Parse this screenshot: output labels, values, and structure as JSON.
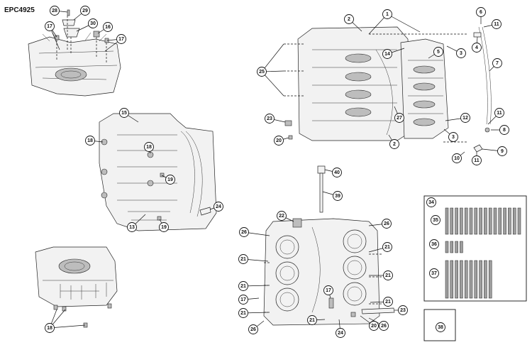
{
  "header": {
    "code": "EPC4925"
  },
  "callouts": [
    {
      "id": "c28",
      "label": "28"
    },
    {
      "id": "c29",
      "label": "29"
    },
    {
      "id": "c30",
      "label": "30"
    },
    {
      "id": "c16",
      "label": "16"
    },
    {
      "id": "c17a",
      "label": "17"
    },
    {
      "id": "c17b",
      "label": "17"
    },
    {
      "id": "c15",
      "label": "15"
    },
    {
      "id": "c18a",
      "label": "18"
    },
    {
      "id": "c18b",
      "label": "18"
    },
    {
      "id": "c19a",
      "label": "19"
    },
    {
      "id": "c19b",
      "label": "19"
    },
    {
      "id": "c13",
      "label": "13"
    },
    {
      "id": "c24a",
      "label": "24"
    },
    {
      "id": "c18c",
      "label": "18"
    },
    {
      "id": "c1",
      "label": "1"
    },
    {
      "id": "c2a",
      "label": "2"
    },
    {
      "id": "c2b",
      "label": "2"
    },
    {
      "id": "c3a",
      "label": "3"
    },
    {
      "id": "c3b",
      "label": "3"
    },
    {
      "id": "c4",
      "label": "4"
    },
    {
      "id": "c5",
      "label": "5"
    },
    {
      "id": "c6",
      "label": "6"
    },
    {
      "id": "c7",
      "label": "7"
    },
    {
      "id": "c8",
      "label": "8"
    },
    {
      "id": "c9",
      "label": "9"
    },
    {
      "id": "c10",
      "label": "10"
    },
    {
      "id": "c11a",
      "label": "11"
    },
    {
      "id": "c11b",
      "label": "11"
    },
    {
      "id": "c11c",
      "label": "11"
    },
    {
      "id": "c12",
      "label": "12"
    },
    {
      "id": "c14",
      "label": "14"
    },
    {
      "id": "c20a",
      "label": "20"
    },
    {
      "id": "c23a",
      "label": "23"
    },
    {
      "id": "c25",
      "label": "25"
    },
    {
      "id": "c27",
      "label": "27"
    },
    {
      "id": "c40",
      "label": "40"
    },
    {
      "id": "c39",
      "label": "39"
    },
    {
      "id": "c22",
      "label": "22"
    },
    {
      "id": "c26a",
      "label": "26"
    },
    {
      "id": "c26b",
      "label": "26"
    },
    {
      "id": "c26c",
      "label": "26"
    },
    {
      "id": "c26d",
      "label": "26"
    },
    {
      "id": "c21a",
      "label": "21"
    },
    {
      "id": "c21b",
      "label": "21"
    },
    {
      "id": "c21c",
      "label": "21"
    },
    {
      "id": "c21d",
      "label": "21"
    },
    {
      "id": "c21e",
      "label": "21"
    },
    {
      "id": "c21f",
      "label": "21"
    },
    {
      "id": "c21g",
      "label": "21"
    },
    {
      "id": "c17c",
      "label": "17"
    },
    {
      "id": "c17d",
      "label": "17"
    },
    {
      "id": "c24b",
      "label": "24"
    },
    {
      "id": "c20b",
      "label": "20"
    },
    {
      "id": "c23b",
      "label": "23"
    },
    {
      "id": "c34",
      "label": "34"
    },
    {
      "id": "c35",
      "label": "35"
    },
    {
      "id": "c36",
      "label": "36"
    },
    {
      "id": "c37",
      "label": "37"
    },
    {
      "id": "c38",
      "label": "38"
    }
  ]
}
